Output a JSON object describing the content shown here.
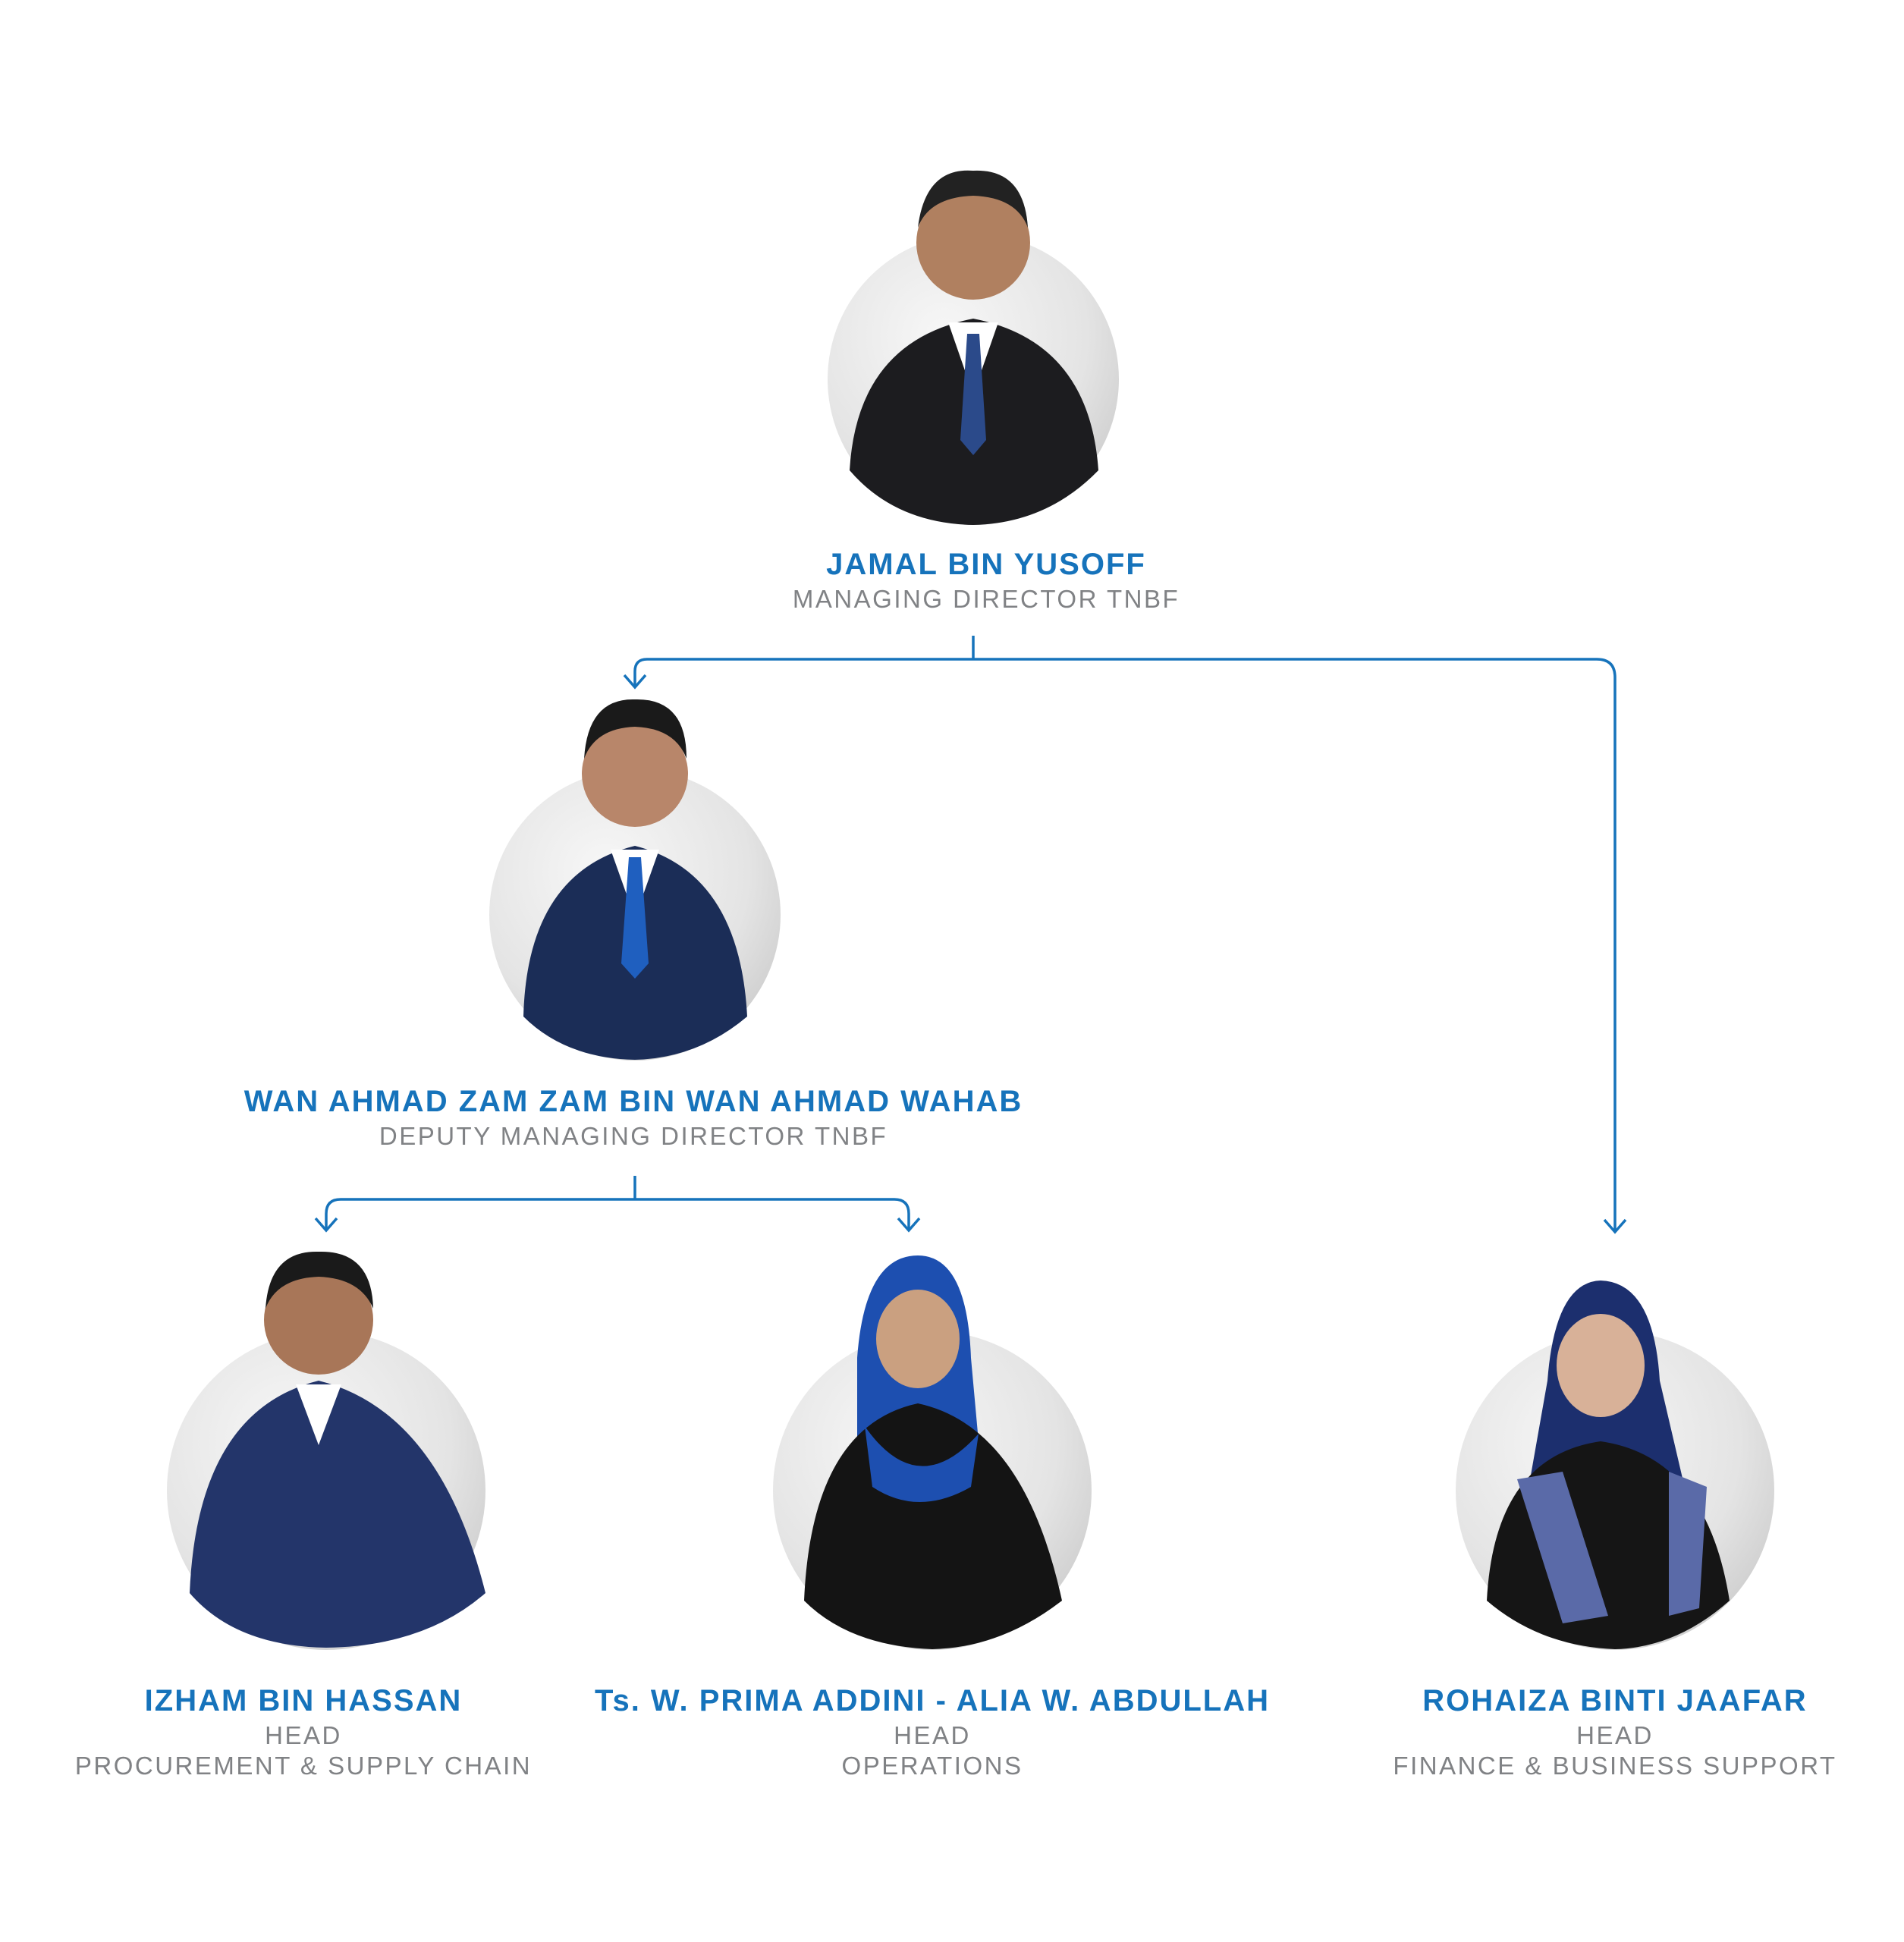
{
  "colors": {
    "accent": "#1673bb",
    "text_secondary": "#808285"
  },
  "people": [
    {
      "name": "JAMAL BIN YUSOFF",
      "role": [
        "MANAGING DIRECTOR TNBF"
      ]
    },
    {
      "name": "WAN AHMAD ZAM ZAM BIN WAN AHMAD WAHAB",
      "role": [
        "DEPUTY MANAGING DIRECTOR TNBF"
      ]
    },
    {
      "name": "IZHAM BIN HASSAN",
      "role": [
        "HEAD",
        "PROCUREMENT & SUPPLY CHAIN"
      ]
    },
    {
      "name": "Ts. W. PRIMA ADDINI - ALIA W. ABDULLAH",
      "role": [
        "HEAD",
        "OPERATIONS"
      ]
    },
    {
      "name": "ROHAIZA BINTI JAAFAR",
      "role": [
        "HEAD",
        "FINANCE & BUSINESS SUPPORT"
      ]
    }
  ]
}
